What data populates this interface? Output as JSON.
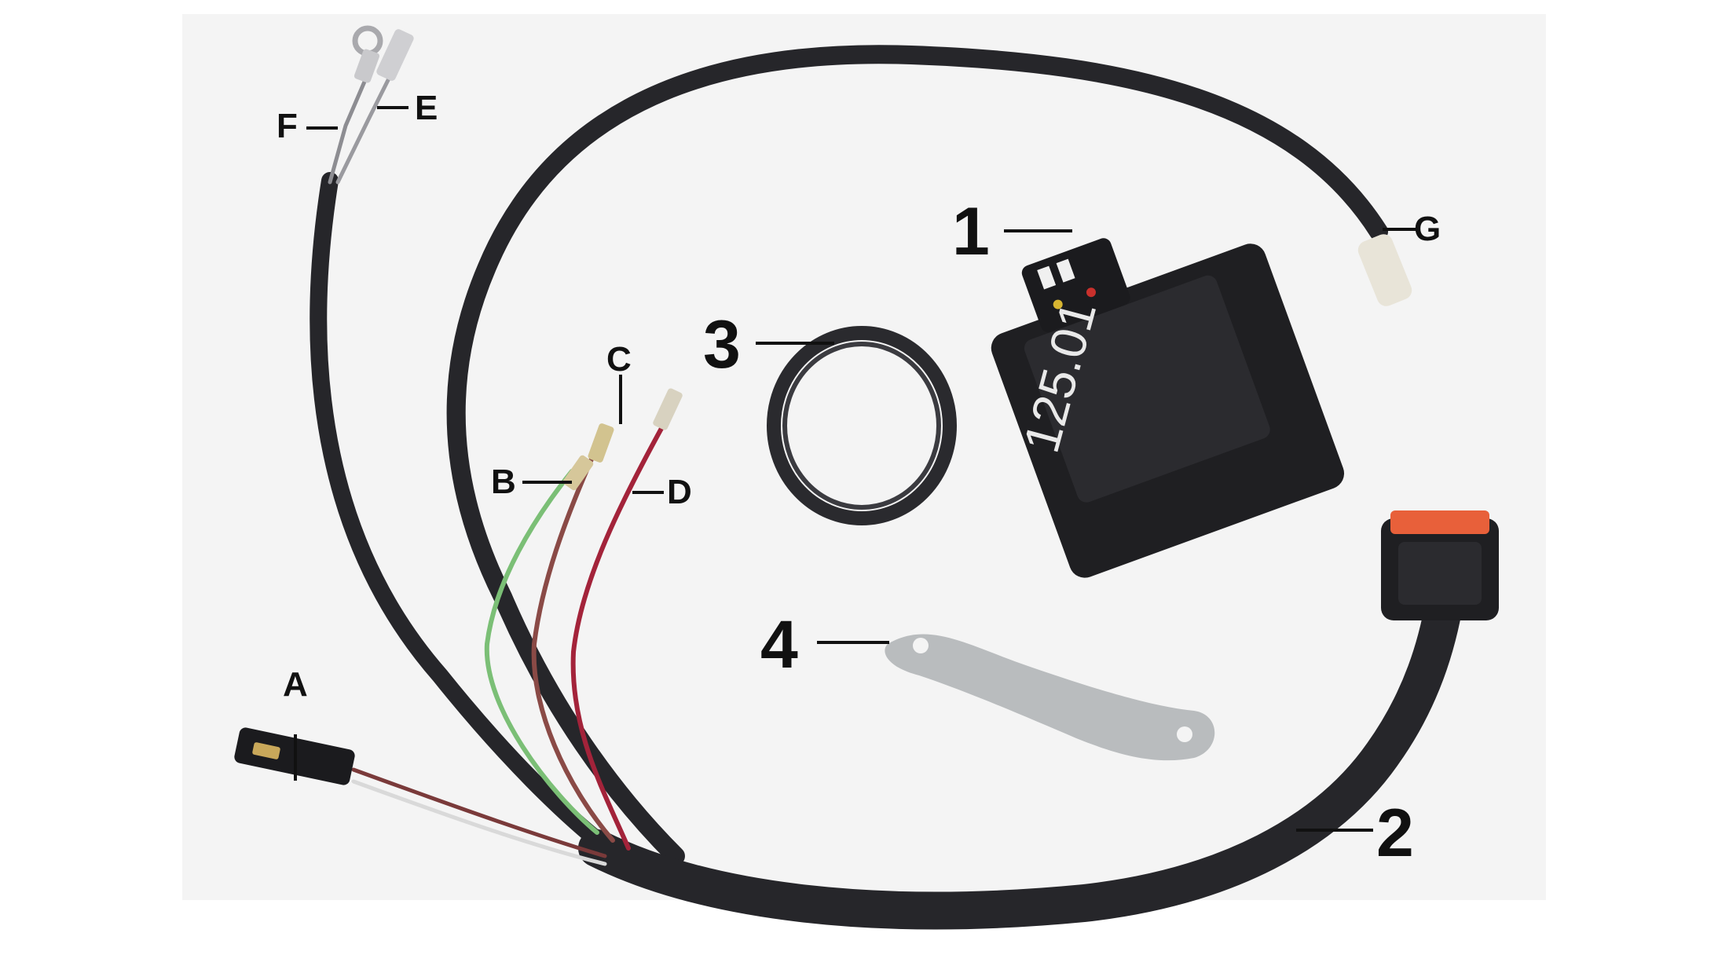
{
  "image": {
    "subject": "wiring kit with control unit, harness, ring and bracket",
    "background_color": "#f4f4f4"
  },
  "labels": {
    "A": "A",
    "B": "B",
    "C": "C",
    "D": "D",
    "E": "E",
    "F": "F",
    "G": "G",
    "part_1": "1",
    "part_2": "2",
    "part_3": "3",
    "part_4": "4"
  },
  "module_text": "125.01",
  "colors": {
    "cable": "#26262a",
    "module": "#1f1f22",
    "connector_orange": "#e8603a",
    "wire_green": "#7bbf76",
    "wire_brown": "#8a4a46",
    "wire_red": "#a3233a",
    "bracket": "#b9bcbe"
  }
}
